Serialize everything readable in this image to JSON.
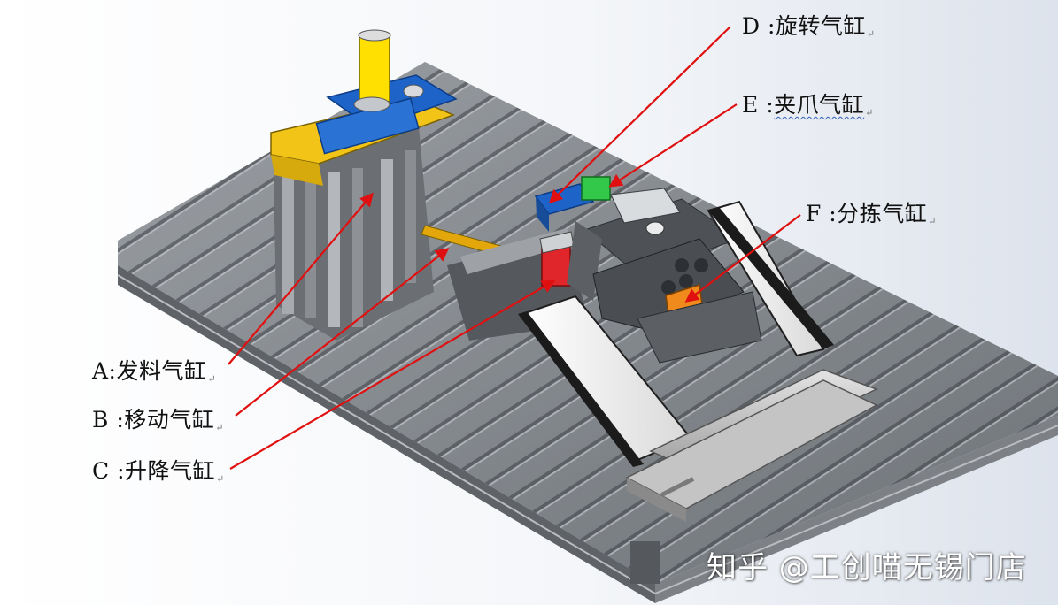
{
  "labels": {
    "a": "A:发料气缸",
    "b": "B :移动气缸",
    "c": "C :升降气缸",
    "d": "D :旋转气缸",
    "e_prefix": "E :",
    "e_text": "夹爪气缸",
    "f": "F :分拣气缸"
  },
  "paragraph_mark": "↵",
  "watermark": "知乎 @工创喵无锡门店",
  "colors": {
    "leader_line": "#e01010",
    "base_plate": "#8e9297",
    "yellow_part": "#f2c417",
    "blue_part": "#1e64c8",
    "red_part": "#e0262a",
    "green_part": "#33c84a",
    "orange_part": "#f08a1c"
  }
}
